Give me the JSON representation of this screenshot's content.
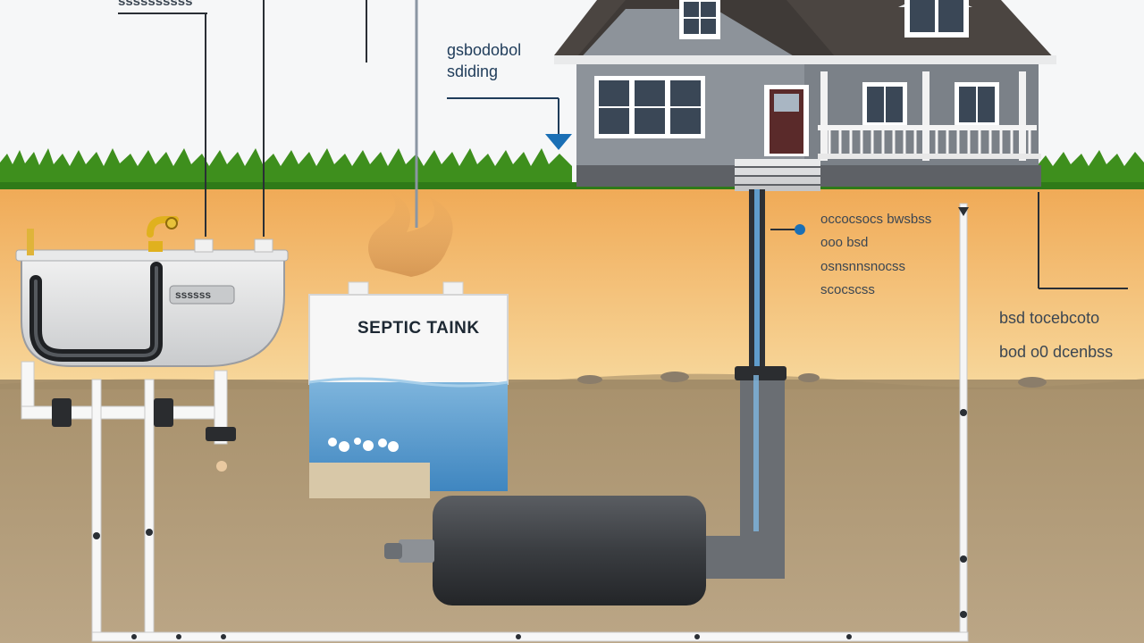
{
  "diagram": {
    "tank_label": "SEPTIC TAINK",
    "top_label": "ssssssssss",
    "house_callout": [
      "gsbodobol",
      "sdiding"
    ],
    "pipe_callout": [
      "occocsocs bwsbss",
      "ooo bsd",
      "osnsnnsnocss",
      "scocscss"
    ],
    "right_callout": [
      "bsd tocebcoto",
      "bod o0 dcenbss"
    ],
    "tub_label": "ssssss",
    "colors": {
      "sky": "#f4f6f7",
      "grass": "#3f8f1c",
      "topsoil": "#efb866",
      "subsoil": "#b59d79",
      "water": "#4a8fc4",
      "tank": "#e8e9ea",
      "pipe_dark": "#3c3f43",
      "house_siding": "#8a8f96",
      "roof": "#4a4440"
    }
  }
}
